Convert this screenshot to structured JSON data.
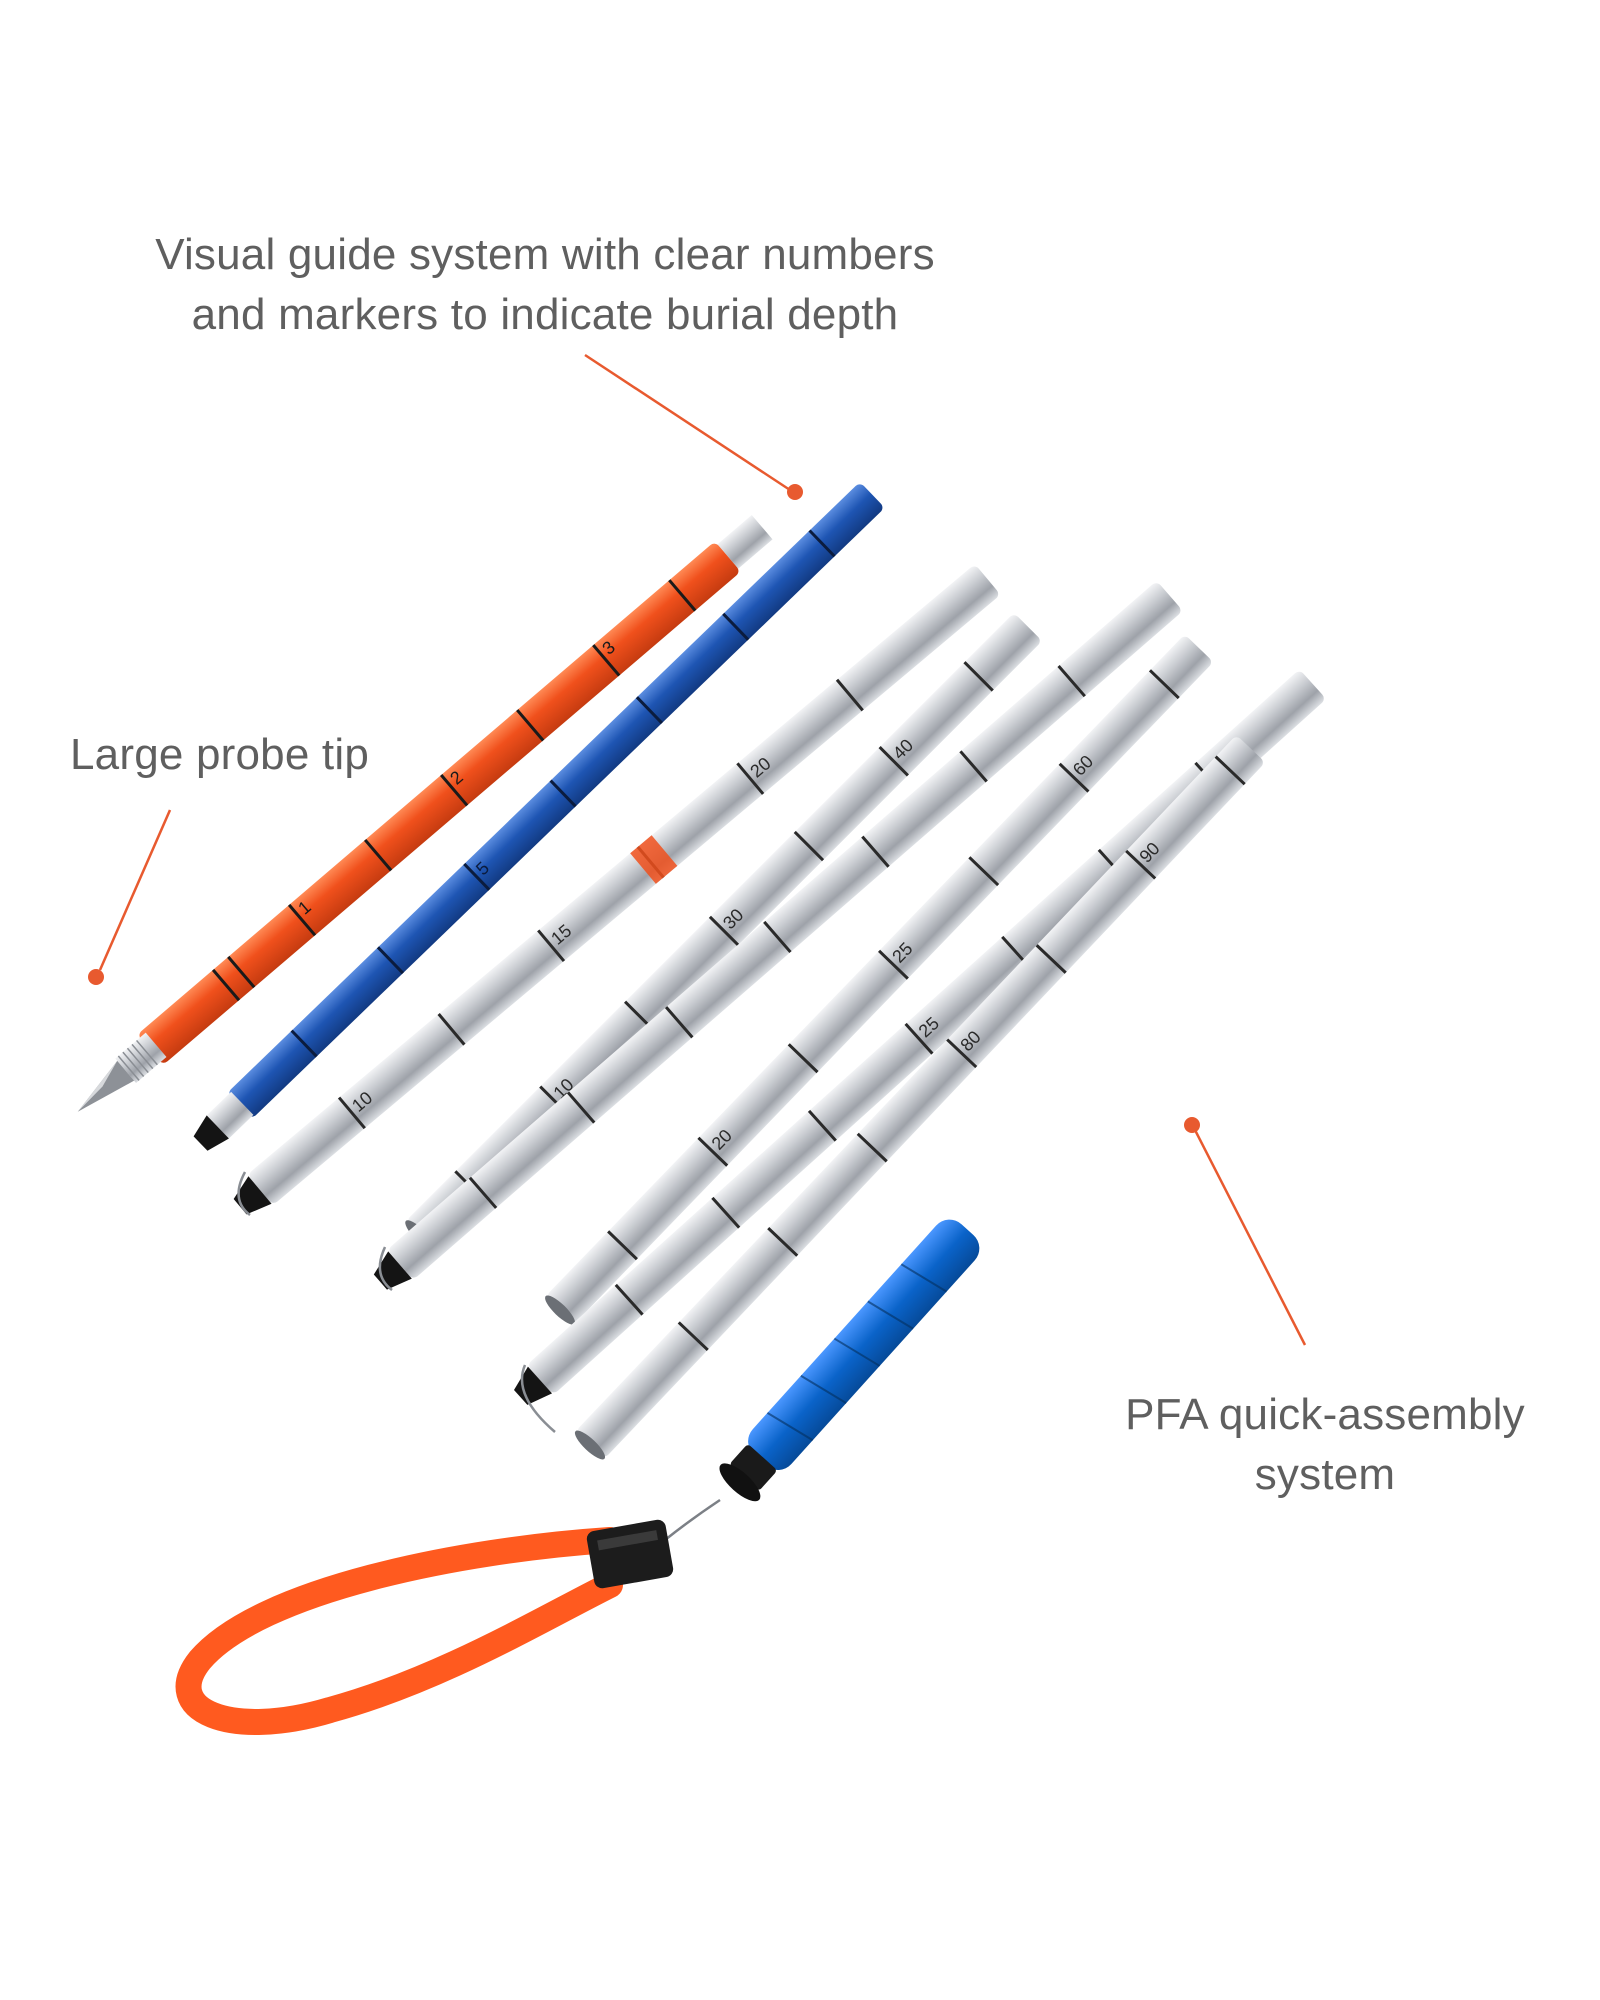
{
  "annotations": {
    "visual_guide": [
      "Visual guide system with clear numbers",
      "and markers to indicate burial depth"
    ],
    "probe_tip": "Large probe tip",
    "pfa": [
      "PFA quick-assembly",
      "system"
    ]
  },
  "colors": {
    "callout": "#e85a2f",
    "orange_segment": "#f0501c",
    "blue_segment": "#1e55b3",
    "silver": "#c8cbd0",
    "grip_blue": "#0a63c9",
    "strap": "#ff5a1f",
    "text": "#5f5f5f"
  },
  "pole_marks": {
    "orange": [
      "1",
      "2",
      "3"
    ],
    "blue": [
      "5"
    ],
    "silver_a": [
      "10",
      "15",
      "20"
    ],
    "silver_b": [
      "10",
      "30",
      "40"
    ],
    "silver_c": [
      "20",
      "25",
      "60"
    ],
    "silver_d": [
      "25",
      "80",
      "90"
    ]
  }
}
